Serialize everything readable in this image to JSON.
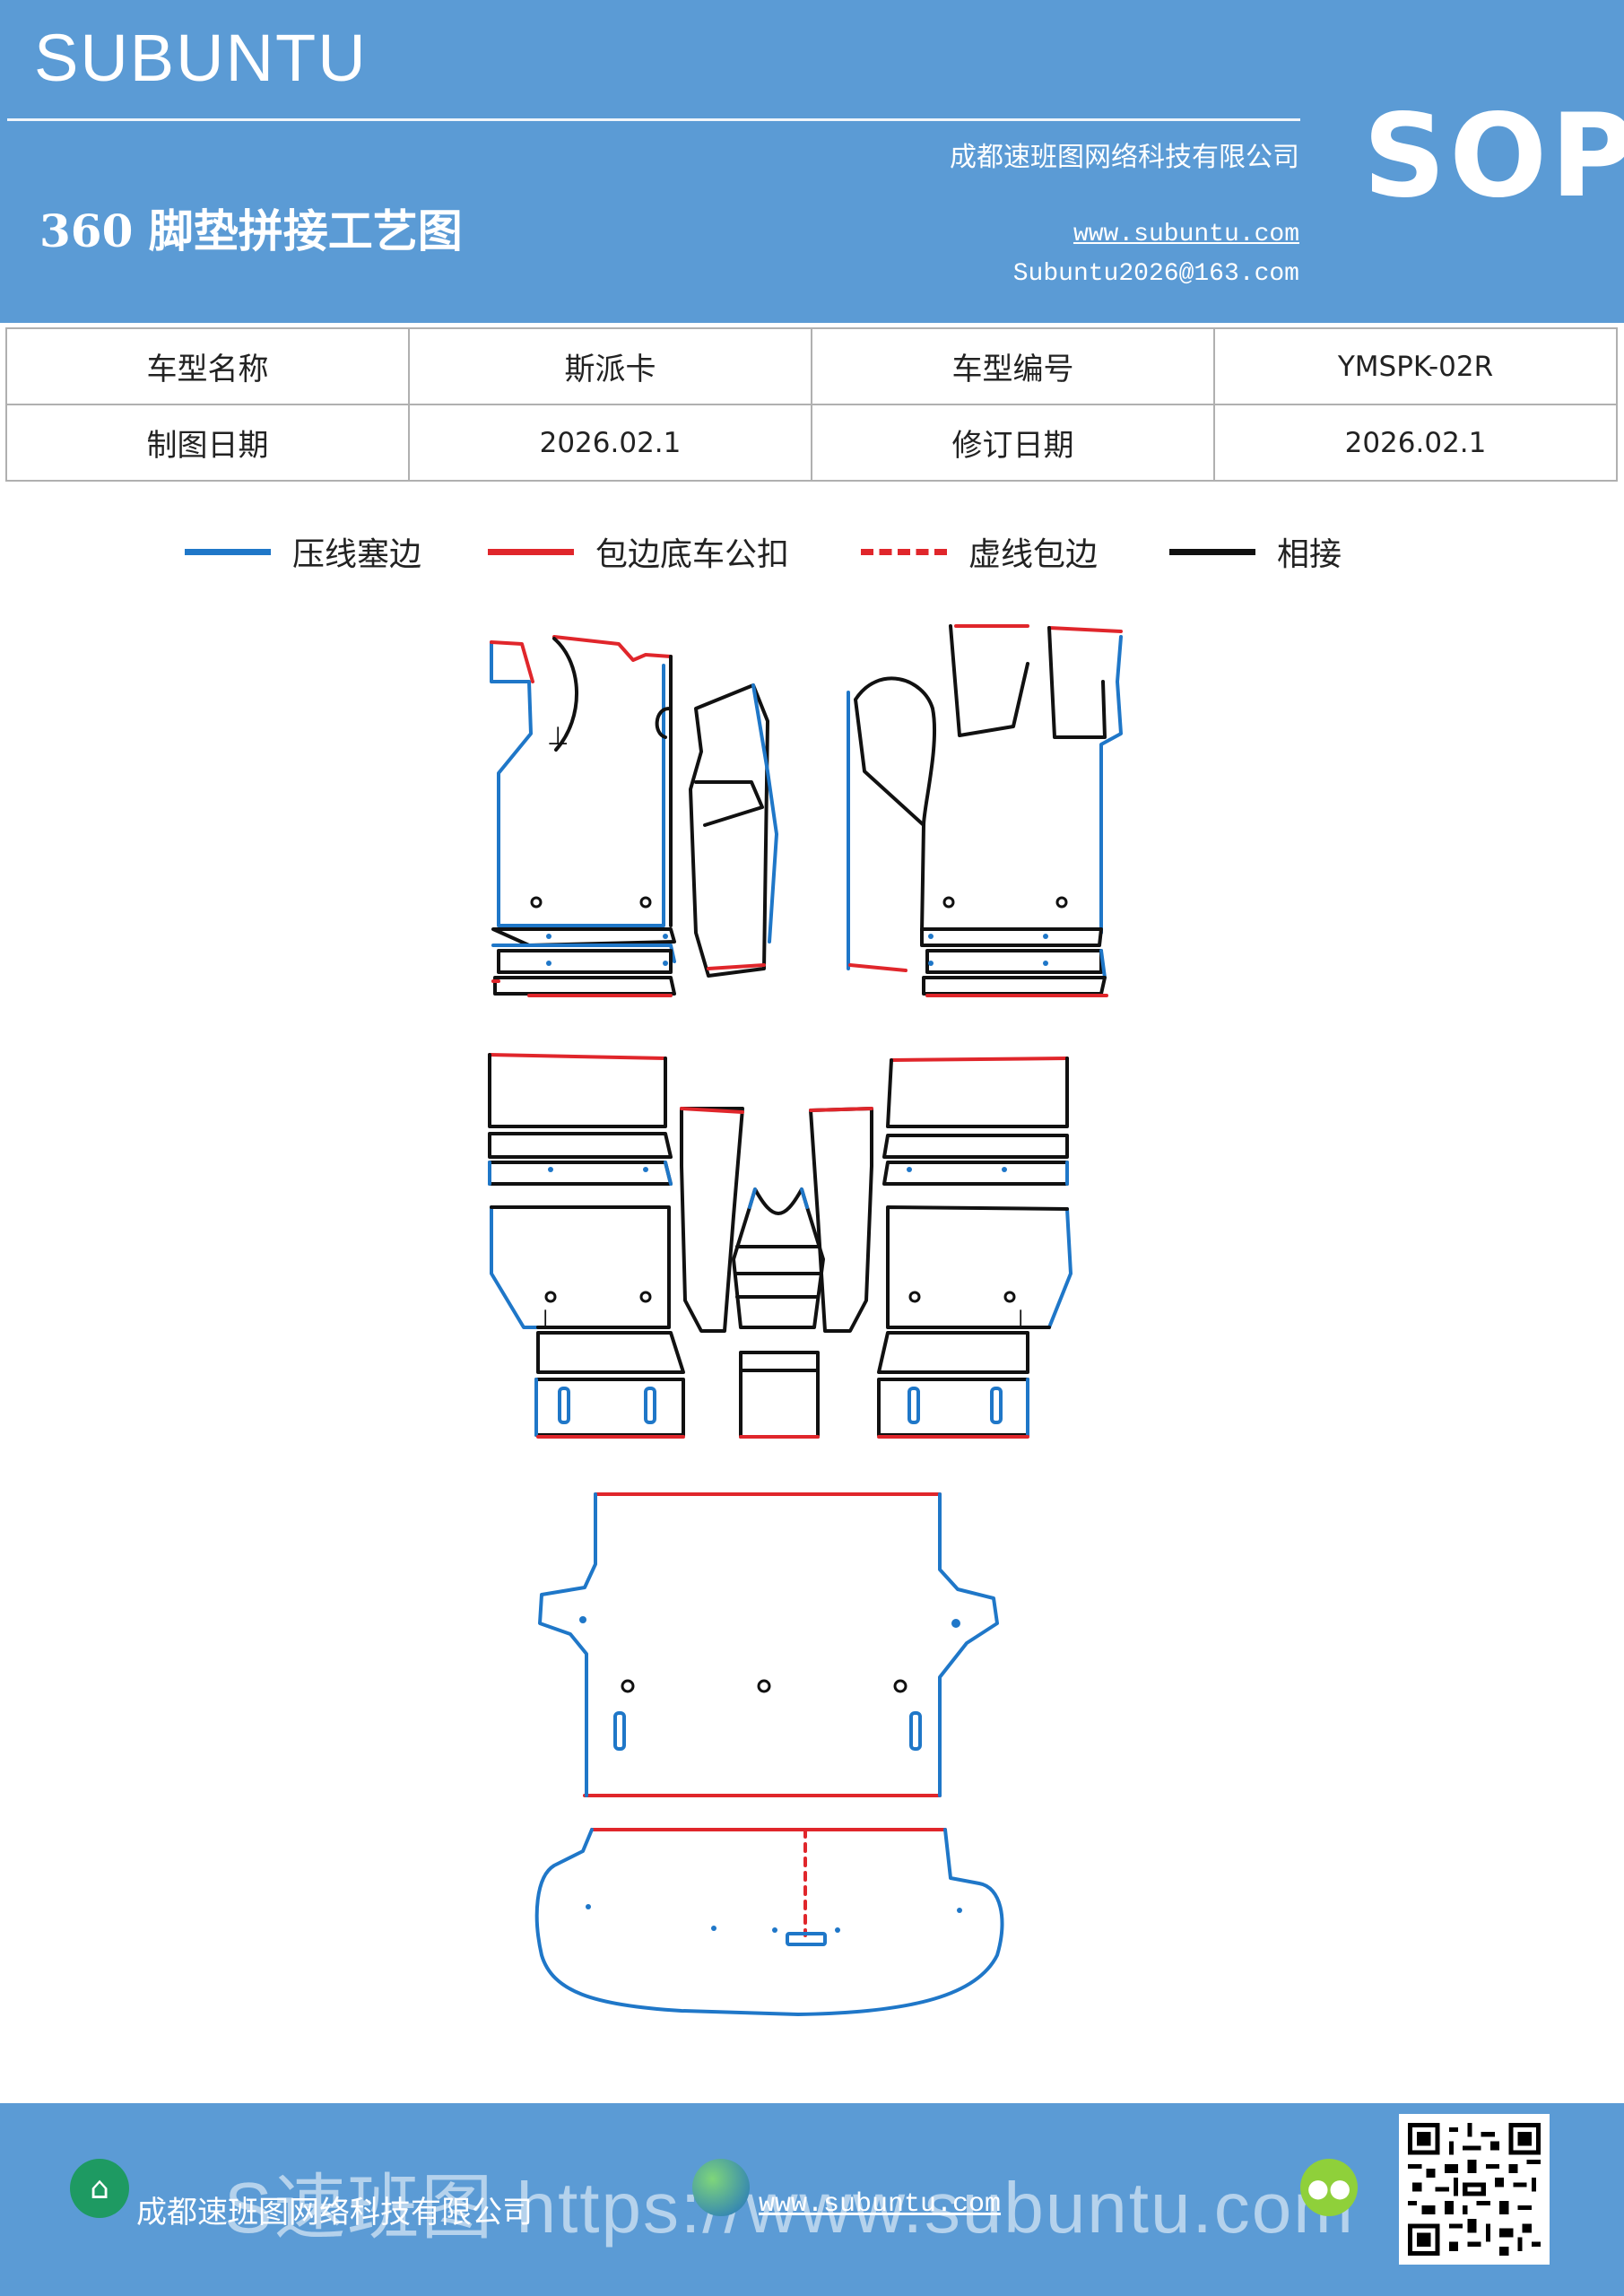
{
  "header": {
    "brand": "SUBUNTU",
    "title": "360 脚垫拼接工艺图",
    "company": "成都速班图网络科技有限公司",
    "website": "www.subuntu.com",
    "email": "Subuntu2026@163.com",
    "badge": "SOP"
  },
  "info_table": {
    "rows": [
      [
        {
          "text": "车型名称",
          "kind": "label"
        },
        {
          "text": "斯派卡",
          "kind": "label"
        },
        {
          "text": "车型编号",
          "kind": "label"
        },
        {
          "text": "YMSPK-02R",
          "kind": "value"
        }
      ],
      [
        {
          "text": "制图日期",
          "kind": "label"
        },
        {
          "text": "2026.02.1",
          "kind": "value"
        },
        {
          "text": "修订日期",
          "kind": "label"
        },
        {
          "text": "2026.02.1",
          "kind": "value"
        }
      ]
    ]
  },
  "legend": [
    {
      "label": "压线塞边",
      "color": "#1f77c8",
      "style": "solid"
    },
    {
      "label": "包边底车公扣",
      "color": "#e0262b",
      "style": "solid"
    },
    {
      "label": "虚线包边",
      "color": "#e0262b",
      "style": "dashed"
    },
    {
      "label": "相接",
      "color": "#111111",
      "style": "solid"
    }
  ],
  "colors": {
    "header_bg": "#5b9bd5",
    "press_line": "#1f77c8",
    "edge_wrap": "#e0262b",
    "joint": "#111111"
  },
  "footer": {
    "company": "成都速班图网络科技有限公司",
    "website": "www.subuntu.com",
    "watermark": "S速班图 https://www.subuntu.com",
    "icons": [
      "building-icon",
      "globe-icon",
      "wechat-icon",
      "qr-code-icon"
    ]
  }
}
